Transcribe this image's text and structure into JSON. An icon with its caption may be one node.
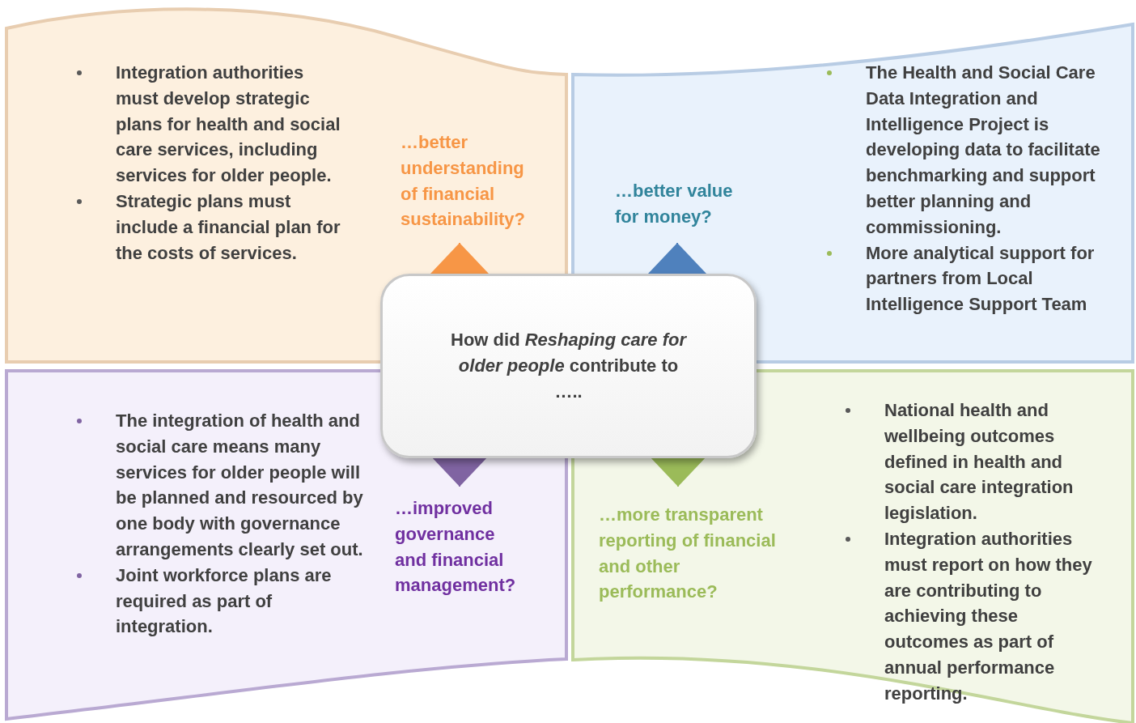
{
  "diagram": {
    "nodes": [
      {
        "text": [
          "Integration authorities must develop strategic plans for health and social care services, including services for older people.",
          "Strategic plans must include a financial plan for the costs of services.",
          "…better understanding of financial sustainability?"
        ]
      },
      {
        "text": [
          "…better value for money?",
          "The Health and Social Care Data Integration and Intelligence Project is developing data to facilitate benchmarking and support better planning and commissioning.",
          "More analytical support for partners from Local Intelligence Support Team"
        ]
      },
      {
        "text": [
          "How did *Reshaping care for older people* contribute to ….."
        ]
      },
      {
        "text": [
          "The integration of health and social care means many services for older people will be planned and resourced by one body with governance arrangements clearly set out.",
          "Joint workforce plans are required as part of integration.",
          "…improved governance and financial management?"
        ]
      },
      {
        "text": [
          "…more transparent reporting of financial and other performance?",
          "National health and wellbeing outcomes defined in health and social care integration legislation.",
          "Integration authorities must report on how they are contributing to achieving these outcomes as part of annual performance reporting."
        ]
      }
    ],
    "edges": [
      {
        "from": 2,
        "to": 0,
        "arrow": "to",
        "color": "#f79646"
      },
      {
        "from": 2,
        "to": 1,
        "arrow": "to",
        "color": "#4f81bd"
      },
      {
        "from": 2,
        "to": 3,
        "arrow": "to",
        "color": "#8064a2"
      },
      {
        "from": 2,
        "to": 4,
        "arrow": "to",
        "color": "#9bbb59"
      }
    ]
  }
}
